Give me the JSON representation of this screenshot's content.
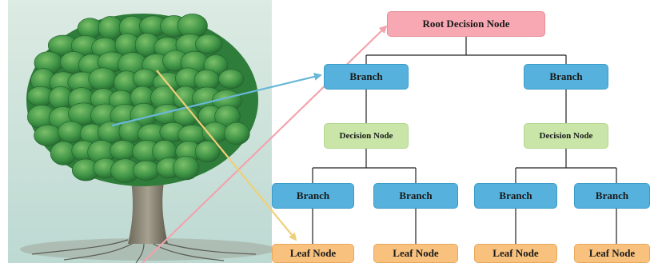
{
  "diagram": {
    "root": {
      "label": "Root Decision Node"
    },
    "branches_top": [
      {
        "label": "Branch"
      },
      {
        "label": "Branch"
      }
    ],
    "decision_nodes": [
      {
        "label": "Decision Node"
      },
      {
        "label": "Decision Node"
      }
    ],
    "branches_bottom": [
      {
        "label": "Branch"
      },
      {
        "label": "Branch"
      },
      {
        "label": "Branch"
      },
      {
        "label": "Branch"
      }
    ],
    "leaves": [
      {
        "label": "Leaf Node"
      },
      {
        "label": "Leaf Node"
      },
      {
        "label": "Leaf Node"
      },
      {
        "label": "Leaf Node"
      }
    ]
  },
  "colors": {
    "root": "#f7a8b2",
    "branch": "#56b2dc",
    "decision": "#c9e6a8",
    "leaf": "#f8c17e",
    "arrow_blue": "#69b8d8",
    "arrow_pink": "#f2a3ad",
    "arrow_yellow": "#f0cf7a"
  },
  "illustration": {
    "icon": "tree-illustration"
  }
}
